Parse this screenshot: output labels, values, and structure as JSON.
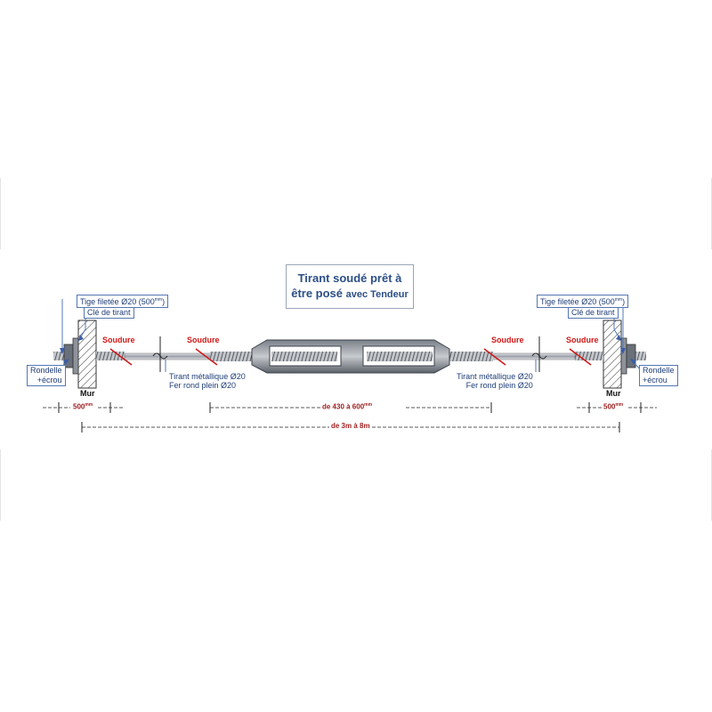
{
  "title": {
    "line1": "Tirant soudé prêt à",
    "line2_main": "être posé",
    "line2_small": "avec Tendeur"
  },
  "labels": {
    "tige": "Tige filetée Ø20 (500",
    "tige_unit": "mm",
    "tige_close": ")",
    "cle": "Clé de tirant",
    "rondelle": "Rondelle",
    "ecrou": "+écrou",
    "soudure": "Soudure",
    "tirant": "Tirant métallique Ø20",
    "fer": "Fer rond plein Ø20",
    "mur": "Mur"
  },
  "dimensions": {
    "end_value": "500",
    "end_unit": "mm",
    "middle_value": "de 430 à 600",
    "middle_unit": "mm",
    "total": "de 3m à 8m"
  },
  "colors": {
    "steel": "#9a9ea6",
    "steel_dark": "#4d535c",
    "weld": "#d01818",
    "callout": "#5477b4",
    "dimension": "#9c1c1c"
  }
}
